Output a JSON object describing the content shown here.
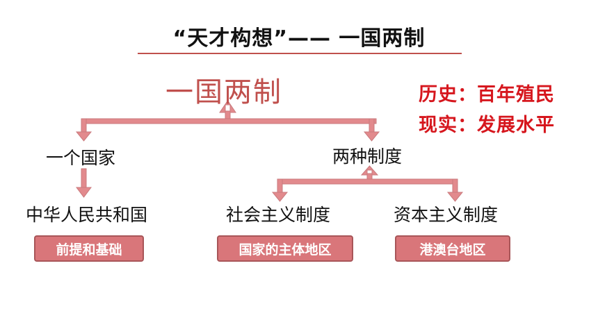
{
  "slide": {
    "title": "“天才构想”—— 一国两制",
    "root": "一国两制",
    "branches": [
      {
        "label": "一个国家",
        "children": [
          {
            "label": "中华人民共和国",
            "tag": "前提和基础"
          }
        ]
      },
      {
        "label": "两种制度",
        "children": [
          {
            "label": "社会主义制度",
            "tag": "国家的主体地区"
          },
          {
            "label": "资本主义制度",
            "tag": "港澳台地区"
          }
        ]
      }
    ],
    "side_notes": [
      "历史：百年殖民",
      "现实：发展水平"
    ]
  },
  "colors": {
    "connector": "#e28a8d",
    "root_text": "#c0504d",
    "tag_fill": "#d9767a",
    "side_text": "#d6161d"
  }
}
